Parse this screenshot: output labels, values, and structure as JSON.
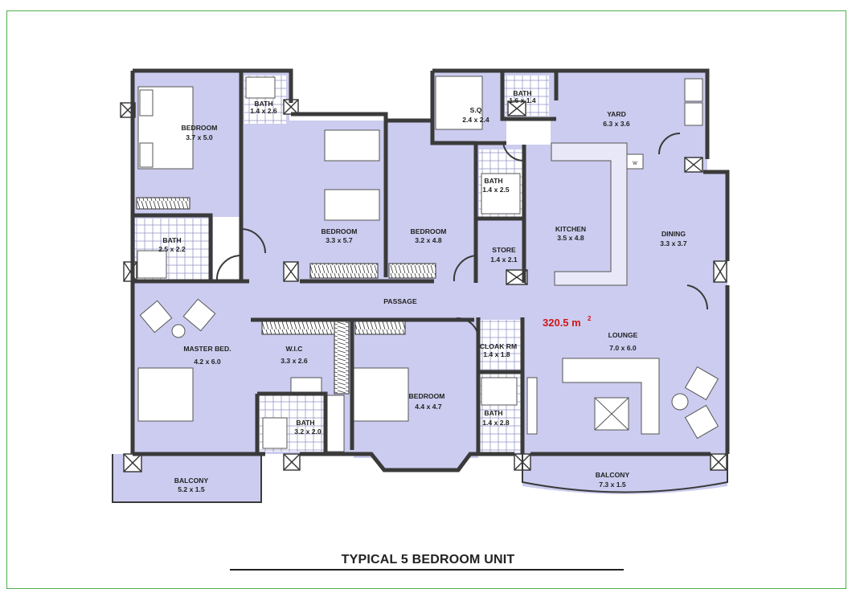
{
  "title": "TYPICAL 5 BEDROOM UNIT",
  "total_area": "320.5 m",
  "total_area_unit": "2",
  "rooms": {
    "bedroom1": {
      "name": "BEDROOM",
      "size": "3.7 x 5.0"
    },
    "bath1": {
      "name": "BATH",
      "size": "1.4 x 2.6"
    },
    "bedroom2": {
      "name": "BEDROOM",
      "size": "3.3 x 5.7"
    },
    "bedroom3": {
      "name": "BEDROOM",
      "size": "3.2 x 4.8"
    },
    "sq": {
      "name": "S.Q",
      "size": "2.4 x 2.4"
    },
    "bath_sq": {
      "name": "BATH",
      "size": "1.6 x 1.4"
    },
    "yard": {
      "name": "YARD",
      "size": "6.3 x 3.6"
    },
    "bath_k": {
      "name": "BATH",
      "size": "1.4 x 2.5"
    },
    "kitchen": {
      "name": "KITCHEN",
      "size": "3.5 x 4.8"
    },
    "store": {
      "name": "STORE",
      "size": "1.4 x 2.1"
    },
    "dining": {
      "name": "DINING",
      "size": "3.3 x 3.7"
    },
    "bath2": {
      "name": "BATH",
      "size": "2.5 x 2.2"
    },
    "passage": {
      "name": "PASSAGE"
    },
    "master": {
      "name": "MASTER BED.",
      "size": "4.2 x 6.0"
    },
    "wic": {
      "name": "W.I.C",
      "size": "3.3 x 2.6"
    },
    "bath_master": {
      "name": "BATH",
      "size": "3.2 x 2.0"
    },
    "bedroom4": {
      "name": "BEDROOM",
      "size": "4.4 x 4.7"
    },
    "cloak": {
      "name": "CLOAK RM",
      "size": "1.4 x 1.8"
    },
    "bath4": {
      "name": "BATH",
      "size": "1.4 x 2.8"
    },
    "lounge": {
      "name": "LOUNGE",
      "size": "7.0 x 6.0"
    },
    "balcony1": {
      "name": "BALCONY",
      "size": "5.2 x 1.5"
    },
    "balcony2": {
      "name": "BALCONY",
      "size": "7.3 x 1.5"
    }
  },
  "appliance_w": "W",
  "colors": {
    "room_fill": "#ccccf0",
    "wall": "#3a3a3a",
    "area_text": "#d01818",
    "frame": "#4cae4c"
  }
}
